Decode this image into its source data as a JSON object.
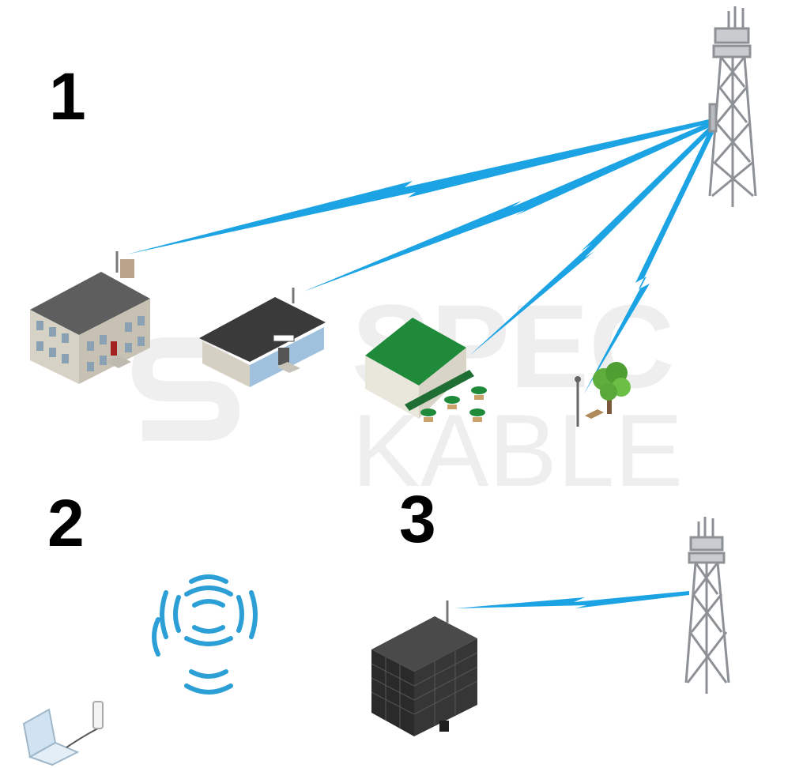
{
  "watermark": {
    "line1": "SPEC",
    "line2": "KABLE"
  },
  "sections": [
    {
      "number": "1"
    },
    {
      "number": "2"
    },
    {
      "number": "3"
    }
  ],
  "colors": {
    "signal": "#1ca3e4",
    "wifi": "#2b9fd6",
    "tower": "#8d9196",
    "house_wall": "#cfcbc0",
    "roof_dark": "#3a3a3a",
    "cafe_roof": "#1f8a3a",
    "office": "#2e2e2e"
  },
  "icons": [
    "cell-tower-icon",
    "house-icon",
    "shop-icon",
    "cafe-icon",
    "park-icon",
    "wifi-signal-icon",
    "laptop-icon",
    "office-building-icon"
  ]
}
